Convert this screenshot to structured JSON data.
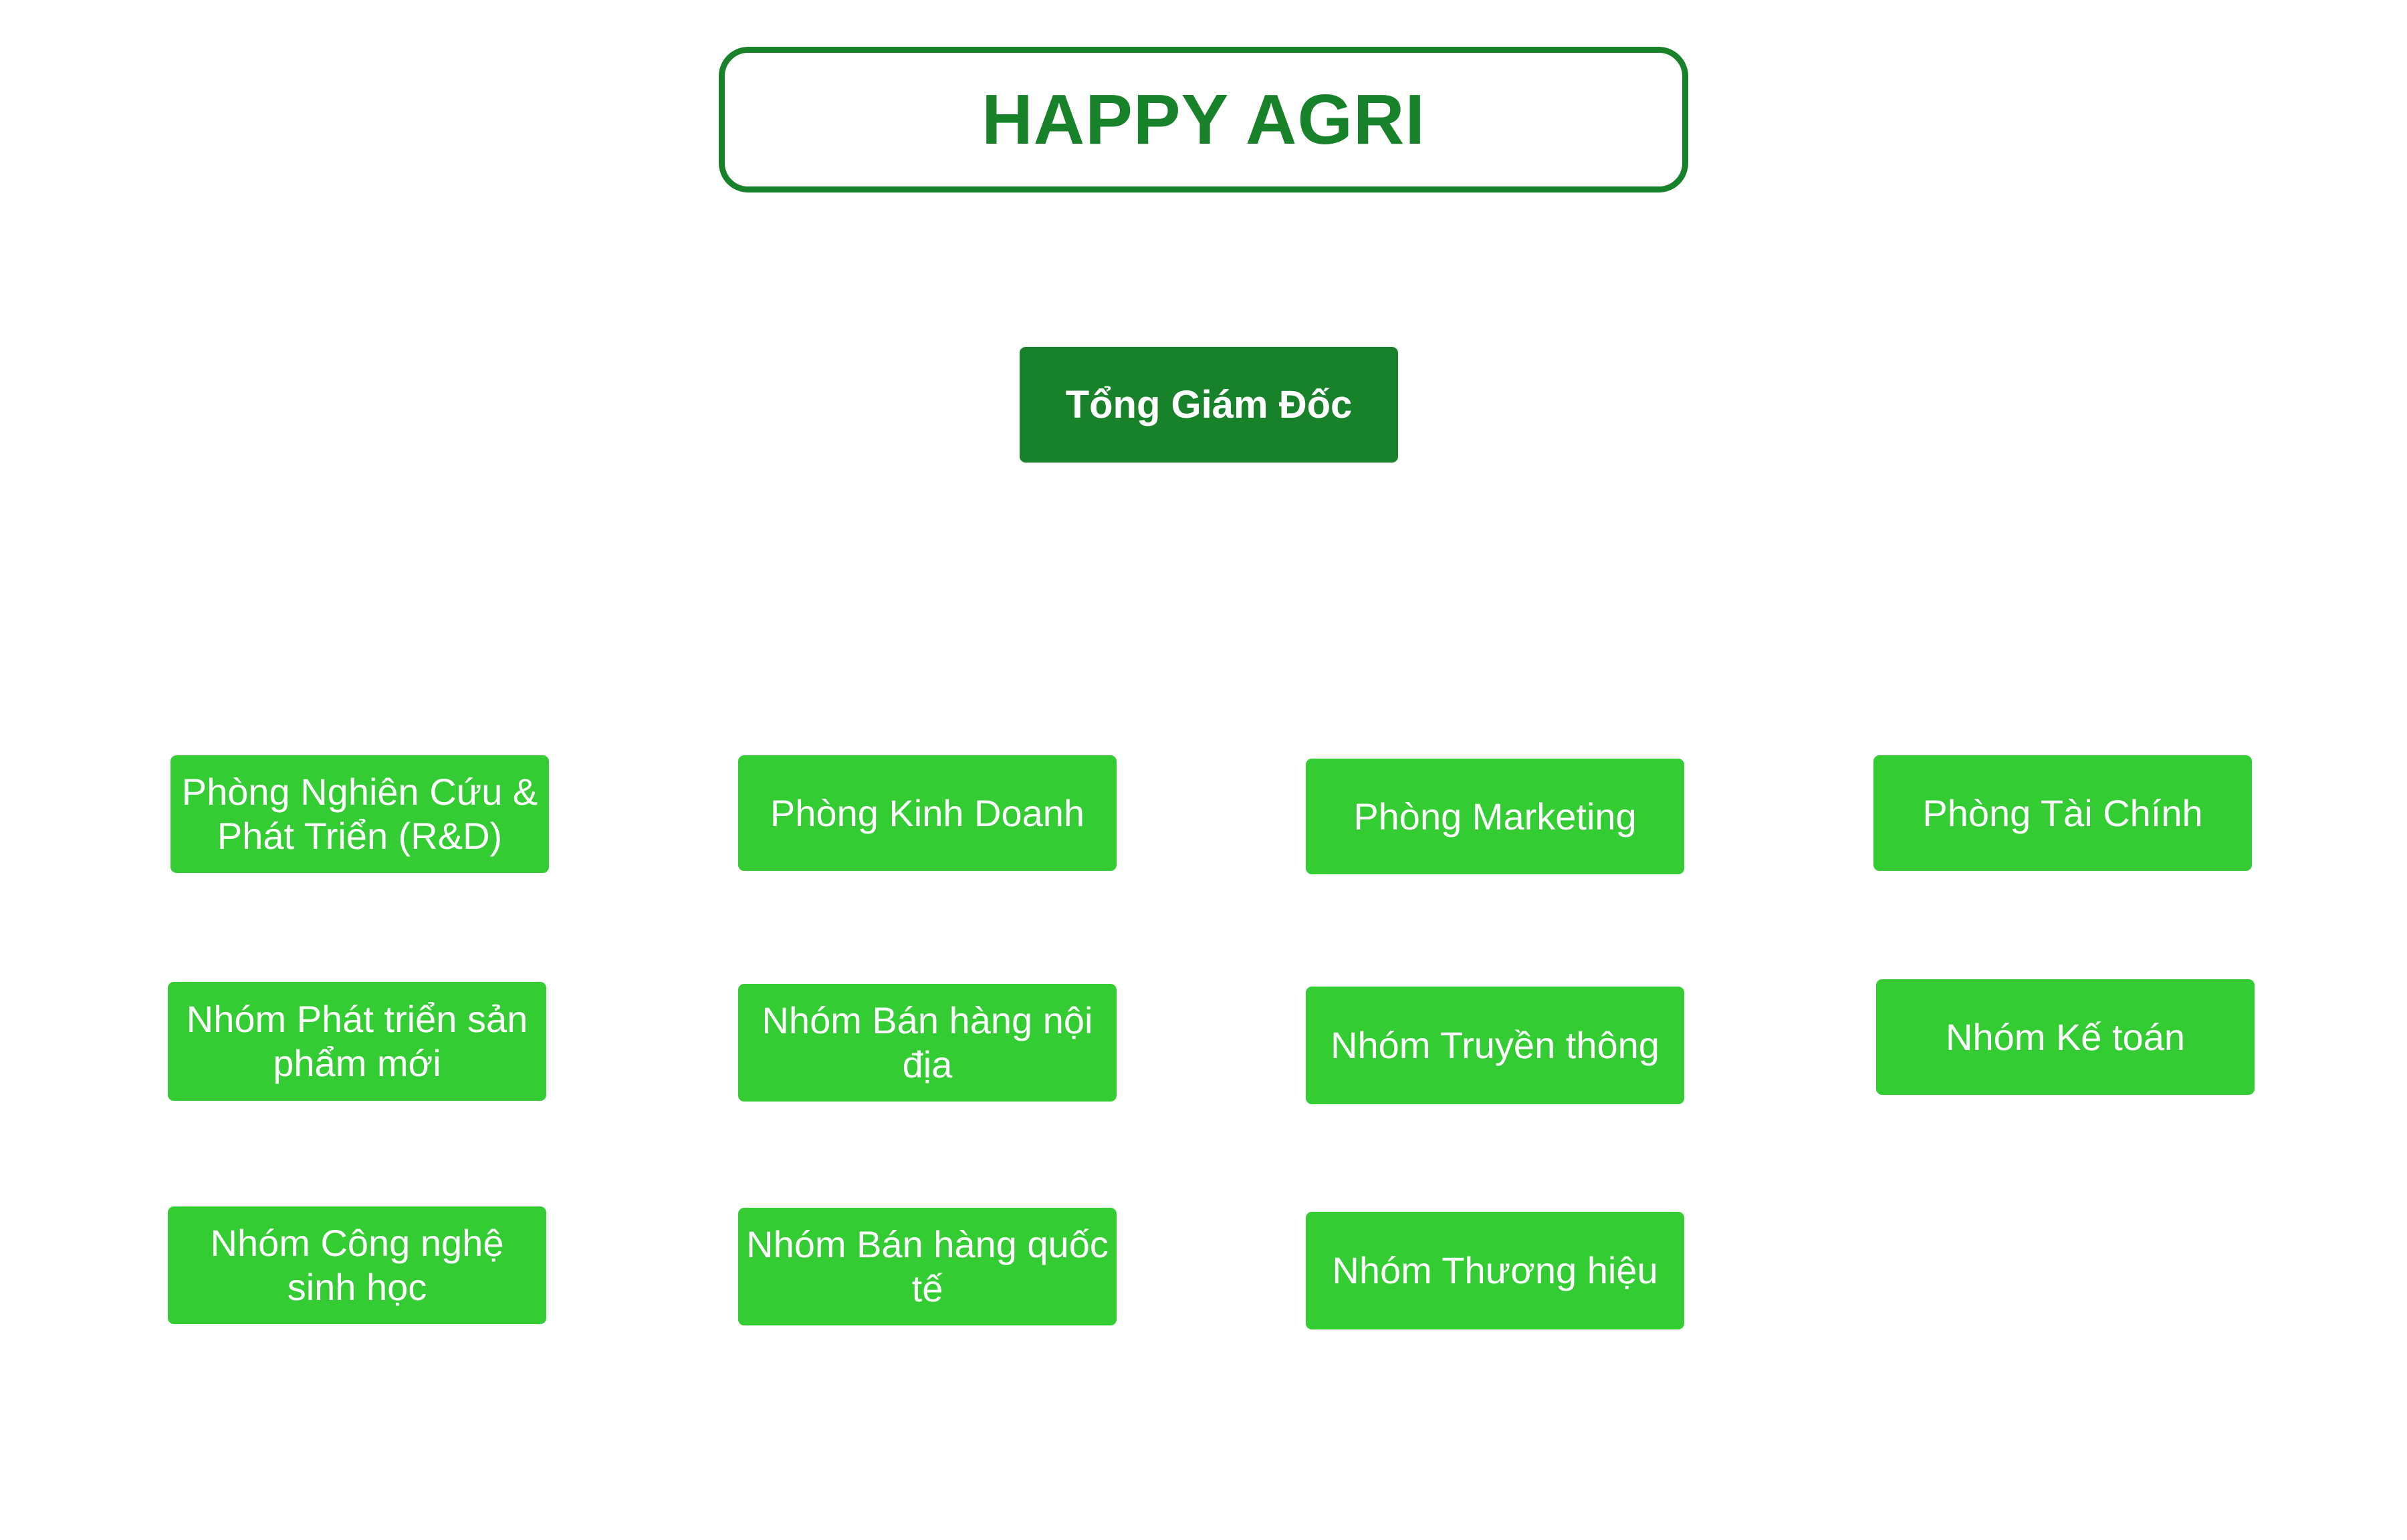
{
  "title": "HAPPY AGRI",
  "ceo": "Tổng Giám Đốc",
  "departments": {
    "rd": {
      "name": "Phòng Nghiên Cứu & Phát Triển (R&D)",
      "teams": [
        "Nhóm Phát triển sản phẩm mới",
        "Nhóm Công nghệ sinh học"
      ]
    },
    "sales": {
      "name": "Phòng Kinh Doanh",
      "teams": [
        "Nhóm Bán hàng nội địa",
        "Nhóm Bán hàng quốc tế"
      ]
    },
    "marketing": {
      "name": "Phòng Marketing",
      "teams": [
        "Nhóm Truyền thông",
        "Nhóm Thương hiệu"
      ]
    },
    "finance": {
      "name": "Phòng Tài Chính",
      "teams": [
        "Nhóm Kế toán"
      ]
    }
  },
  "colors": {
    "dark_green": "#178229",
    "light_green": "#33cc33",
    "text_on_box": "#ffffff"
  }
}
